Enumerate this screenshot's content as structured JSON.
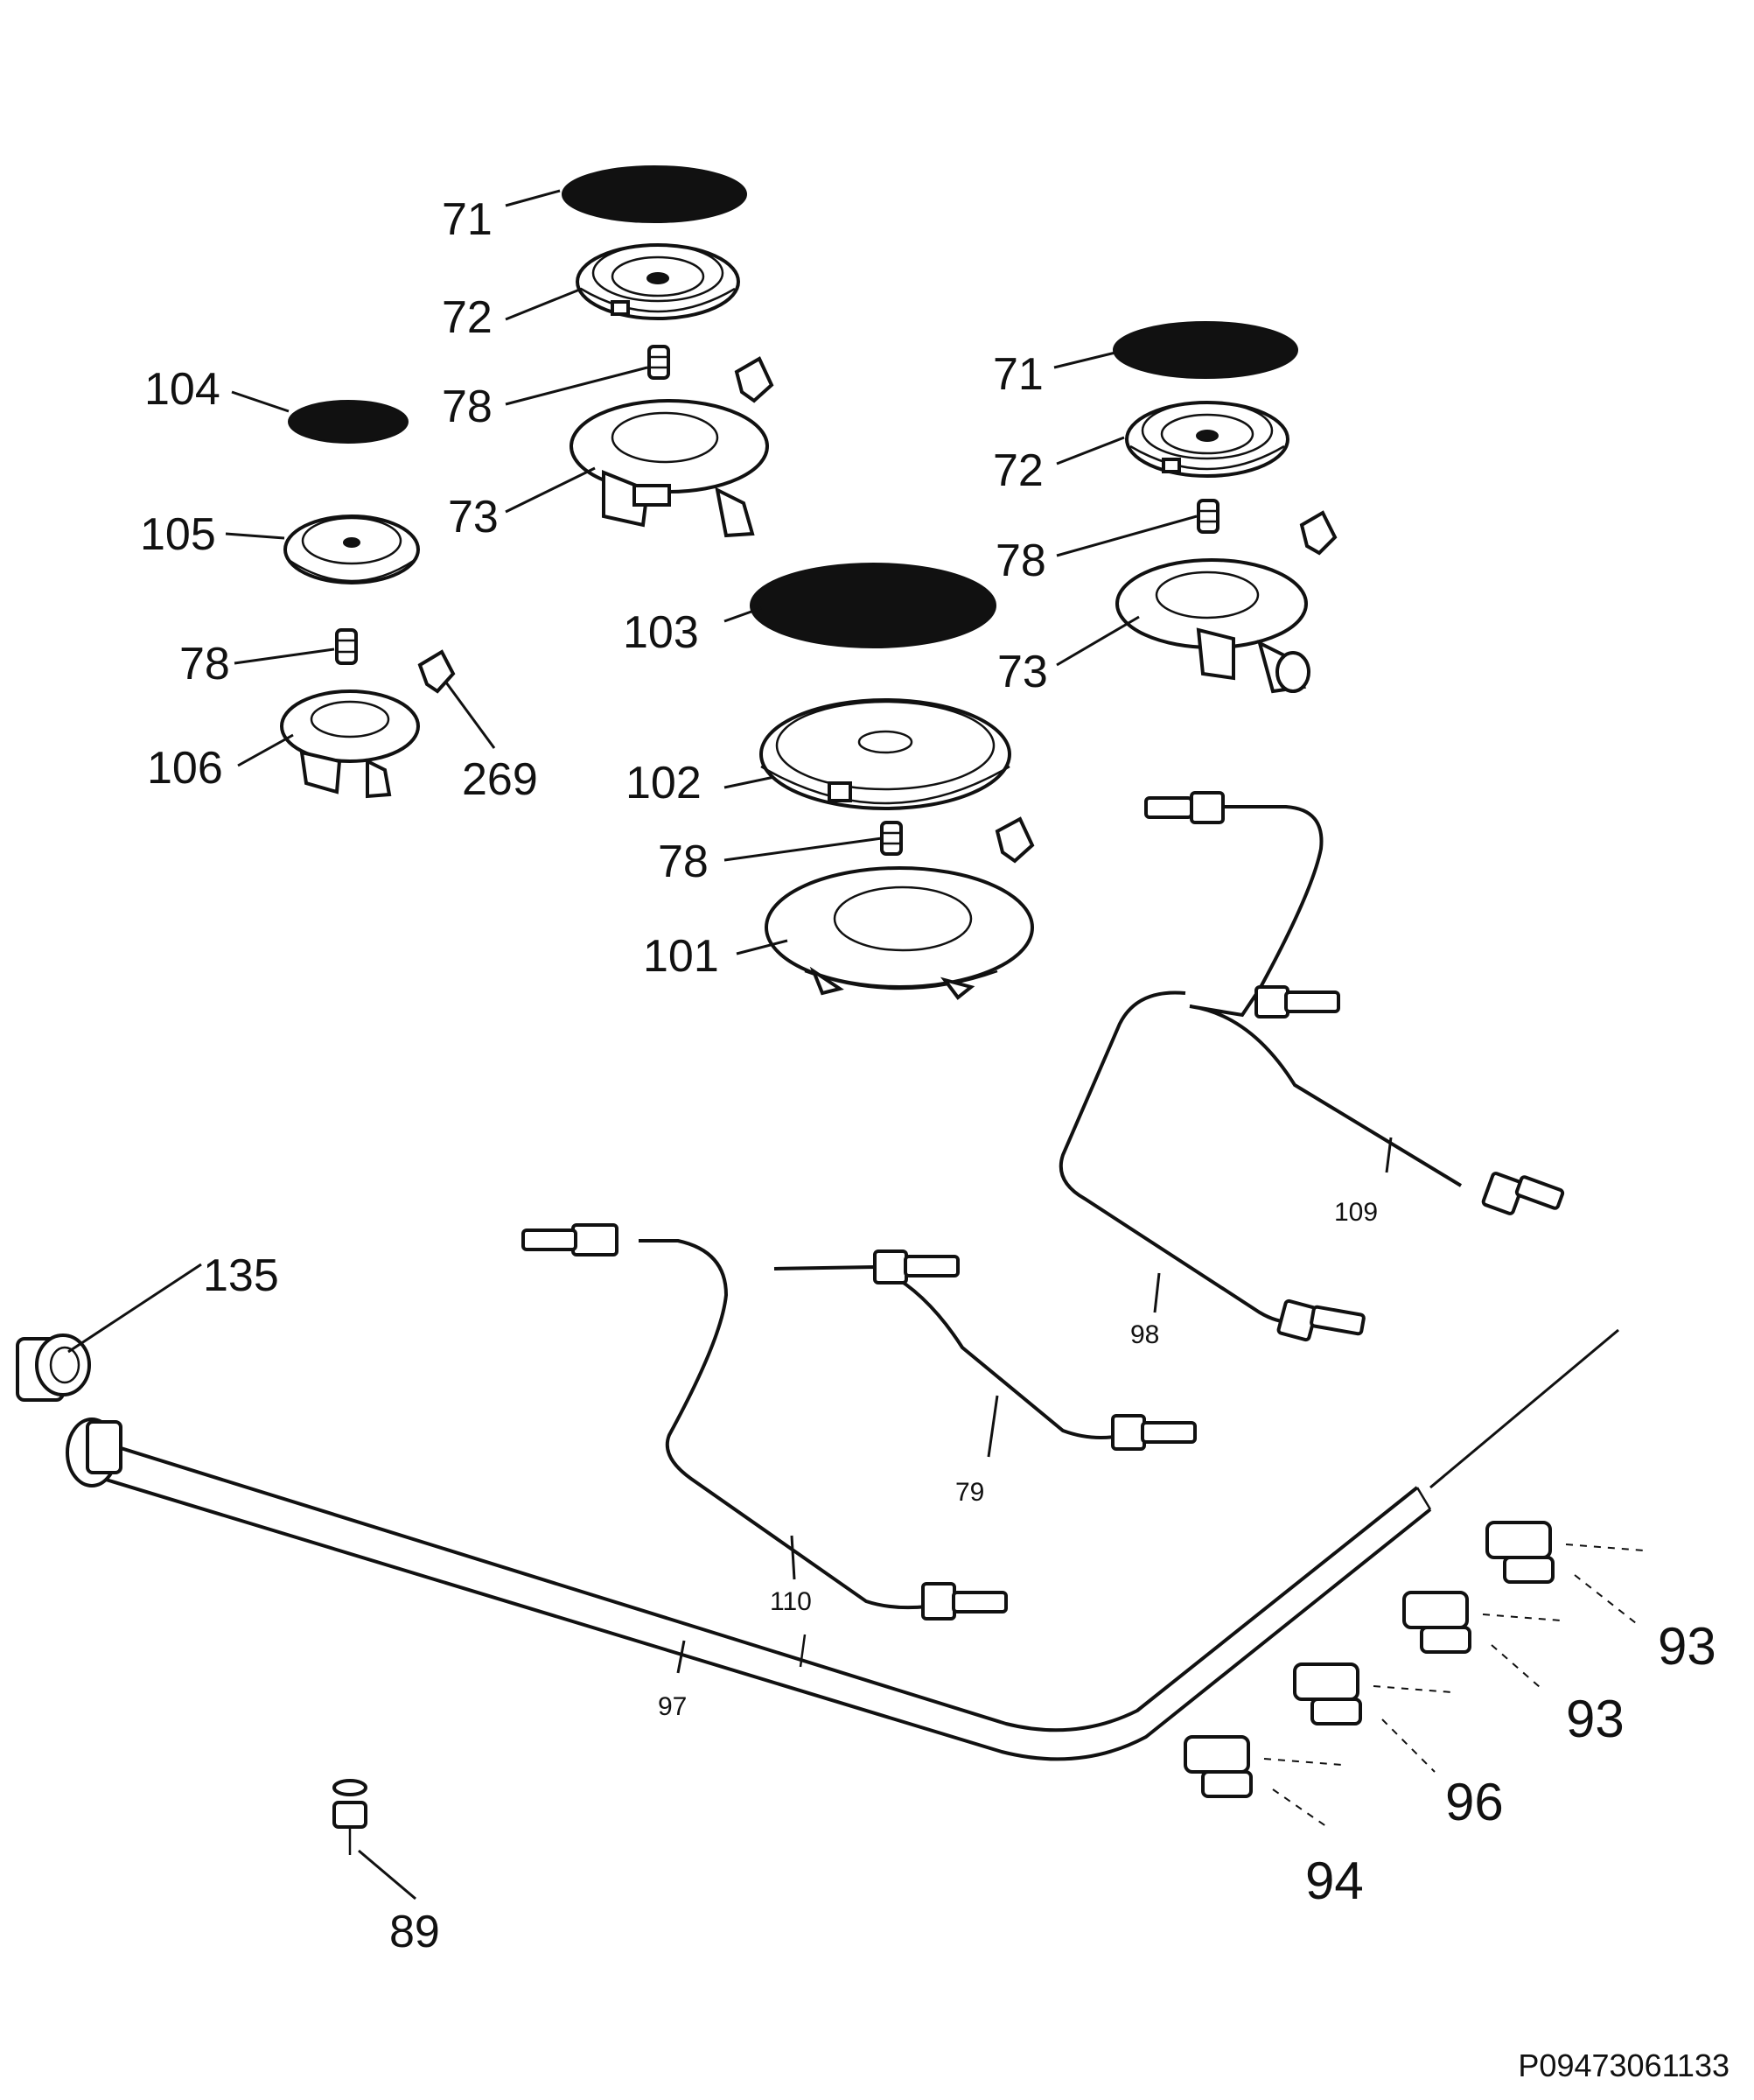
{
  "labels": {
    "l71a": "71",
    "l72a": "72",
    "l78a": "78",
    "l73a": "73",
    "l104": "104",
    "l105": "105",
    "l78b": "78",
    "l106": "106",
    "l269": "269",
    "l71b": "71",
    "l72b": "72",
    "l78c": "78",
    "l73b": "73",
    "l103": "103",
    "l102": "102",
    "l78d": "78",
    "l101": "101",
    "l109": "109",
    "l98": "98",
    "l79": "79",
    "l110": "110",
    "l97": "97",
    "l135": "135",
    "l89": "89",
    "l93a": "93",
    "l93b": "93",
    "l96": "96",
    "l94": "94"
  },
  "diagram_code": "P09473061133"
}
